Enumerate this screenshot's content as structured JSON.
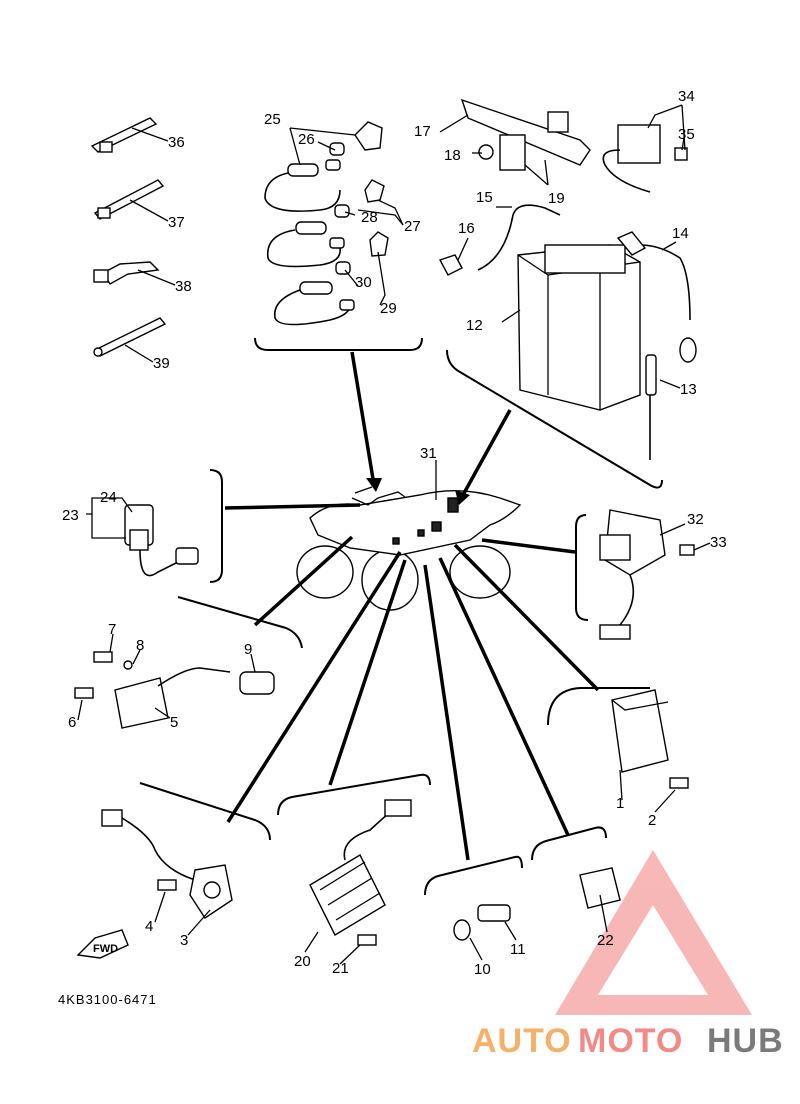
{
  "callouts": {
    "c1": "1",
    "c2": "2",
    "c3": "3",
    "c4": "4",
    "c5": "5",
    "c6": "6",
    "c7": "7",
    "c8": "8",
    "c9": "9",
    "c10": "10",
    "c11": "11",
    "c12": "12",
    "c13": "13",
    "c14": "14",
    "c15": "15",
    "c16": "16",
    "c17": "17",
    "c18": "18",
    "c19": "19",
    "c20": "20",
    "c21": "21",
    "c22": "22",
    "c23": "23",
    "c24": "24",
    "c25": "25",
    "c26": "26",
    "c27": "27",
    "c28": "28",
    "c29": "29",
    "c30": "30",
    "c31": "31",
    "c32": "32",
    "c33": "33",
    "c34": "34",
    "c35": "35",
    "c36": "36",
    "c37": "37",
    "c38": "38",
    "c39": "39"
  },
  "fwd_label": "FWD",
  "diagram_code": "4KB3100-6471",
  "watermark": {
    "part_a": "AUTO",
    "part_b": "MOTO",
    "part_c": "HUB",
    "colors": {
      "auto": "#f6b06a",
      "moto": "#f28a8a",
      "hub": "#7a7a7a",
      "triangle": "#f28a8a"
    }
  }
}
